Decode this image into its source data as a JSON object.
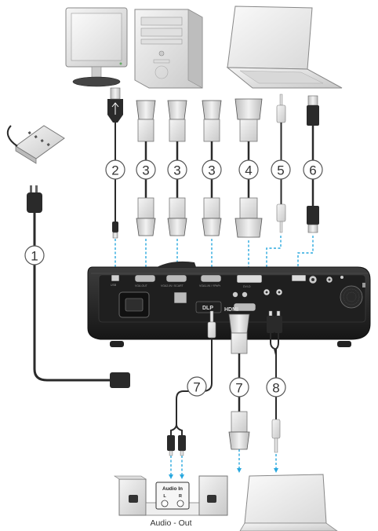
{
  "labels": {
    "audio_out": "Audio - Out",
    "audio_in": "Audio In",
    "channel_left": "L",
    "channel_right": "R",
    "dlp_logo": "DLP",
    "hdmi_logo": "HDMI"
  },
  "callouts": [
    {
      "id": "1",
      "label": "1"
    },
    {
      "id": "2",
      "label": "2"
    },
    {
      "id": "3a",
      "label": "3"
    },
    {
      "id": "3b",
      "label": "3"
    },
    {
      "id": "3c",
      "label": "3"
    },
    {
      "id": "4",
      "label": "4"
    },
    {
      "id": "5",
      "label": "5"
    },
    {
      "id": "6",
      "label": "6"
    },
    {
      "id": "7a",
      "label": "7"
    },
    {
      "id": "7b",
      "label": "7"
    },
    {
      "id": "8",
      "label": "8"
    }
  ],
  "colors": {
    "cable": "#2a2a2a",
    "guide_line": "#29a8df",
    "callout_fill": "#ffffff",
    "callout_stroke": "#555555",
    "device_body": "#3a3a3a",
    "device_light": "#e6e6e6"
  }
}
